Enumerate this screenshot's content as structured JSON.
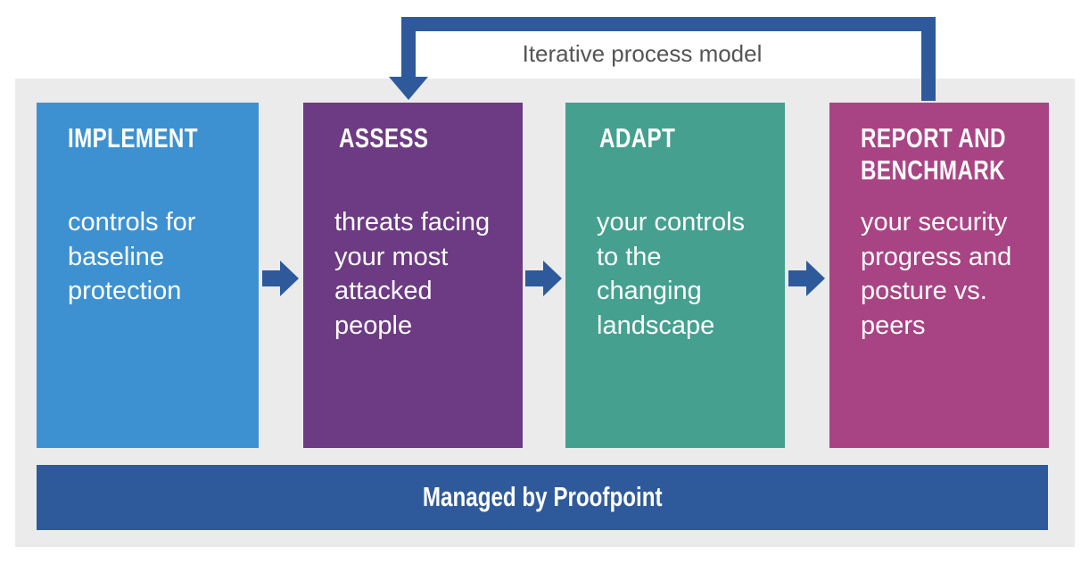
{
  "diagram": {
    "caption": "Iterative process model",
    "steps": [
      {
        "title": "IMPLEMENT",
        "body": "controls for\nbaseline\nprotection",
        "color": "#3e91d0"
      },
      {
        "title": "ASSESS",
        "body": "threats facing\nyour most\nattacked\npeople",
        "color": "#6c3b83"
      },
      {
        "title": "ADAPT",
        "body": "your controls\nto the\nchanging\nlandscape",
        "color": "#45a08f"
      },
      {
        "title": "REPORT AND\nBENCHMARK",
        "body": "your security\nprogress and\nposture vs.\npeers",
        "color": "#a84483"
      }
    ],
    "footer": "Managed by Proofpoint",
    "colors": {
      "arrow": "#2e5a9c",
      "panel_background": "#ebebeb",
      "footer_bar": "#2e5a9c"
    }
  }
}
